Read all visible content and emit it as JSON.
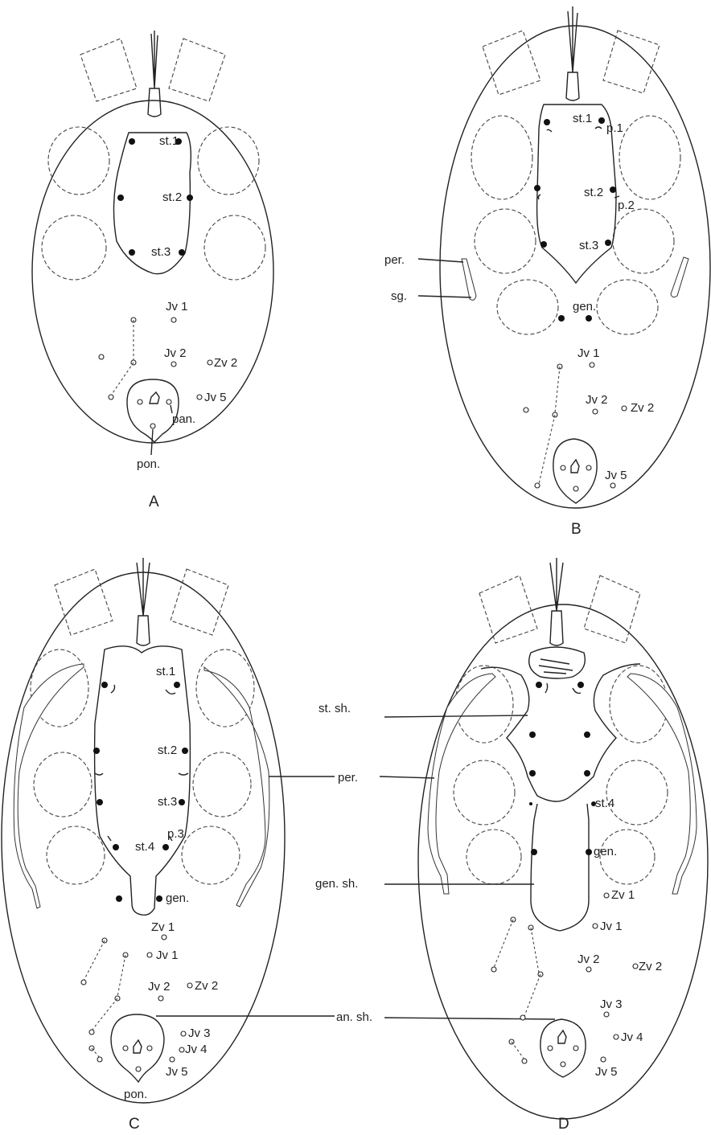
{
  "figure": {
    "panels": [
      {
        "id": "A",
        "label": "A"
      },
      {
        "id": "B",
        "label": "B"
      },
      {
        "id": "C",
        "label": "C"
      },
      {
        "id": "D",
        "label": "D"
      }
    ],
    "labels": {
      "A": {
        "st1": "st.1",
        "st2": "st.2",
        "st3": "st.3",
        "jv1": "Jv 1",
        "jv2": "Jv 2",
        "zv2": "Zv 2",
        "jv5": "Jv 5",
        "pan": "pan.",
        "pon": "pon."
      },
      "B": {
        "st1": "st.1",
        "p1": "p.1",
        "st2": "st.2",
        "p2": "p.2",
        "st3": "st.3",
        "per": "per.",
        "sg": "sg.",
        "gen": "gen.",
        "jv1": "Jv 1",
        "jv2": "Jv 2",
        "zv2": "Zv 2",
        "jv5": "Jv 5"
      },
      "C": {
        "st1": "st.1",
        "st2": "st.2",
        "st3": "st.3",
        "p3": "p.3",
        "st4": "st.4",
        "gen": "gen.",
        "zv1": "Zv 1",
        "jv1": "Jv 1",
        "jv2": "Jv 2",
        "zv2": "Zv 2",
        "jv3": "Jv 3",
        "jv4": "Jv 4",
        "jv5": "Jv 5",
        "pon": "pon."
      },
      "D": {
        "st4": "st.4",
        "gen": "gen.",
        "zv1": "Zv 1",
        "jv1": "Jv 1",
        "jv2": "Jv 2",
        "zv2": "Zv 2",
        "jv3": "Jv 3",
        "jv4": "Jv 4",
        "jv5": "Jv 5"
      },
      "shared": {
        "stsh": "st. sh.",
        "per": "per.",
        "gensh": "gen. sh.",
        "ansh": "an. sh."
      }
    }
  }
}
